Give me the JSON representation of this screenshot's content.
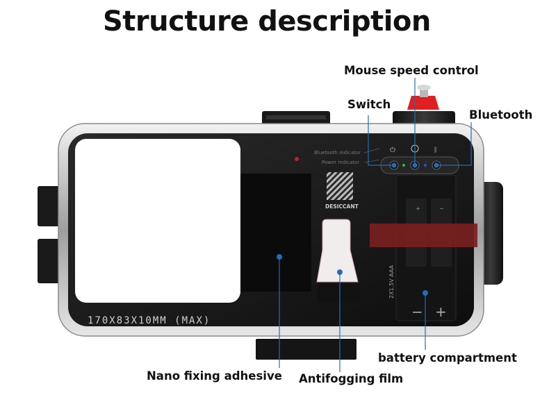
{
  "title": "Structure description",
  "callouts": {
    "mouse_speed": "Mouse speed control",
    "switch": "Switch",
    "bluetooth": "Bluetooth",
    "battery": "battery compartment",
    "nano": "Nano fixing adhesive",
    "antifog": "Antifogging film"
  },
  "case_labels": {
    "bluetooth_indicator": "Bluetooth indicator",
    "power_indicator": "Power indicator",
    "dimensions": "170X83X10MM (MAX)",
    "desiccant": "DESICCANT",
    "battery_spec": "2X1.5V AAA",
    "minus": "−",
    "plus": "+"
  },
  "colors": {
    "frame": "#c9c9c9",
    "body": "#1a1a1a",
    "red_knob": "#e02020",
    "red_strap": "#8b2222",
    "callout_line": "#1d6fc0",
    "dot": "#1d6fc0"
  }
}
